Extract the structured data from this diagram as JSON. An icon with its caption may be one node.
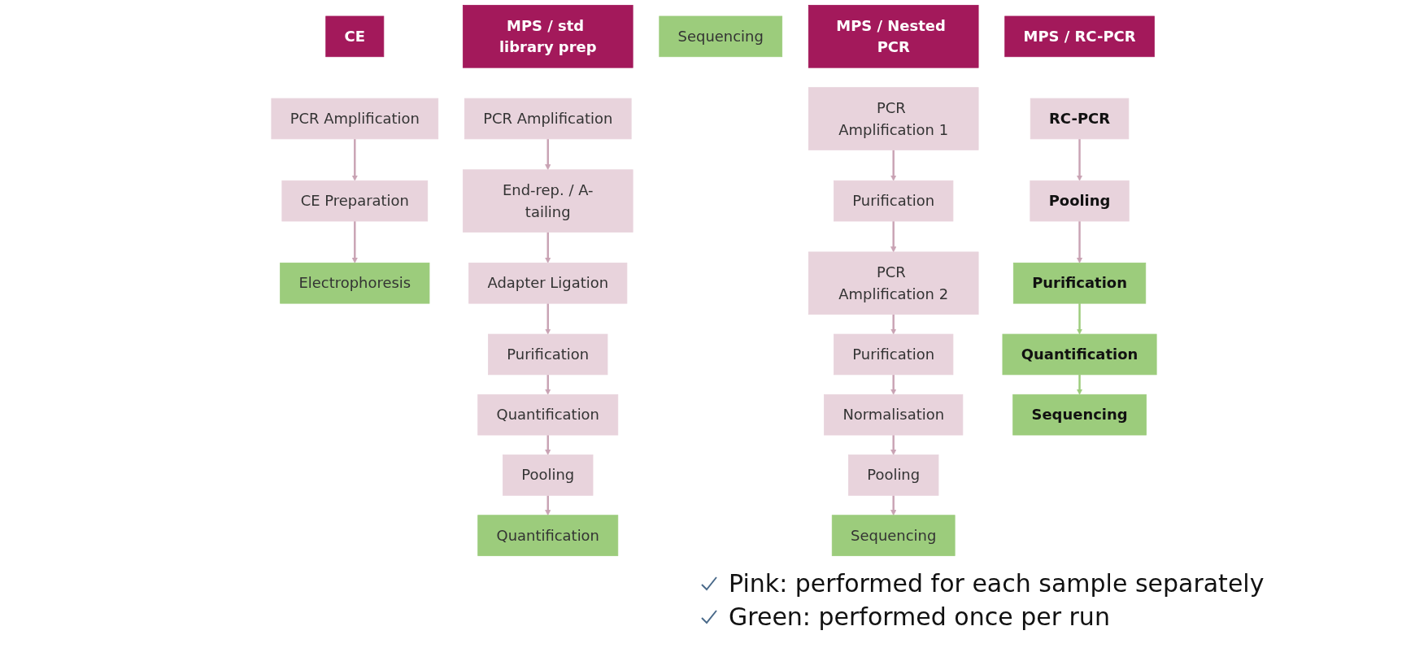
{
  "diagram": {
    "nodes": [
      {
        "text": [
          "CE"
        ]
      },
      {
        "text": [
          "PCR Amplification"
        ]
      },
      {
        "text": [
          "CE Preparation"
        ]
      },
      {
        "text": [
          "Electrophoresis"
        ]
      },
      {
        "text": [
          "MPS / std library prep"
        ]
      },
      {
        "text": [
          "PCR Amplification"
        ]
      },
      {
        "text": [
          "End-rep. / A-tailing"
        ]
      },
      {
        "text": [
          "Adapter Ligation"
        ]
      },
      {
        "text": [
          "Purification"
        ]
      },
      {
        "text": [
          "Quantification"
        ]
      },
      {
        "text": [
          "Pooling"
        ]
      },
      {
        "text": [
          "Quantification"
        ]
      },
      {
        "text": [
          "Sequencing"
        ]
      },
      {
        "text": [
          "MPS / Nested PCR"
        ]
      },
      {
        "text": [
          "PCR Amplification 1"
        ]
      },
      {
        "text": [
          "Purification"
        ]
      },
      {
        "text": [
          "PCR Amplification 2"
        ]
      },
      {
        "text": [
          "Purification"
        ]
      },
      {
        "text": [
          "Normalisation"
        ]
      },
      {
        "text": [
          "Pooling"
        ]
      },
      {
        "text": [
          "Sequencing"
        ]
      },
      {
        "text": [
          "MPS / RC-PCR"
        ]
      },
      {
        "text": [
          "RC-PCR"
        ]
      },
      {
        "text": [
          "Pooling"
        ]
      },
      {
        "text": [
          "Purification"
        ]
      },
      {
        "text": [
          "Quantification"
        ]
      },
      {
        "text": [
          "Sequencing"
        ]
      }
    ],
    "edges": [
      {
        "from": 1,
        "to": 2,
        "arrow": "to"
      },
      {
        "from": 2,
        "to": 3,
        "arrow": "to"
      },
      {
        "from": 5,
        "to": 6,
        "arrow": "to"
      },
      {
        "from": 6,
        "to": 7,
        "arrow": "to"
      },
      {
        "from": 7,
        "to": 8,
        "arrow": "to"
      },
      {
        "from": 8,
        "to": 9,
        "arrow": "to"
      },
      {
        "from": 9,
        "to": 10,
        "arrow": "to"
      },
      {
        "from": 10,
        "to": 11,
        "arrow": "to"
      },
      {
        "from": 14,
        "to": 15,
        "arrow": "to"
      },
      {
        "from": 15,
        "to": 16,
        "arrow": "to"
      },
      {
        "from": 16,
        "to": 17,
        "arrow": "to"
      },
      {
        "from": 17,
        "to": 18,
        "arrow": "to"
      },
      {
        "from": 18,
        "to": 19,
        "arrow": "to"
      },
      {
        "from": 19,
        "to": 20,
        "arrow": "to"
      },
      {
        "from": 22,
        "to": 23,
        "arrow": "to"
      },
      {
        "from": 23,
        "to": 24,
        "arrow": "to"
      },
      {
        "from": 24,
        "to": 25,
        "arrow": "to",
        "color": "#9ccc7c"
      },
      {
        "from": 25,
        "to": 26,
        "arrow": "to",
        "color": "#9ccc7c"
      }
    ],
    "legend": [
      {
        "text": "Pink: performed for each sample separately"
      },
      {
        "text": "Green: performed once per run"
      }
    ]
  }
}
